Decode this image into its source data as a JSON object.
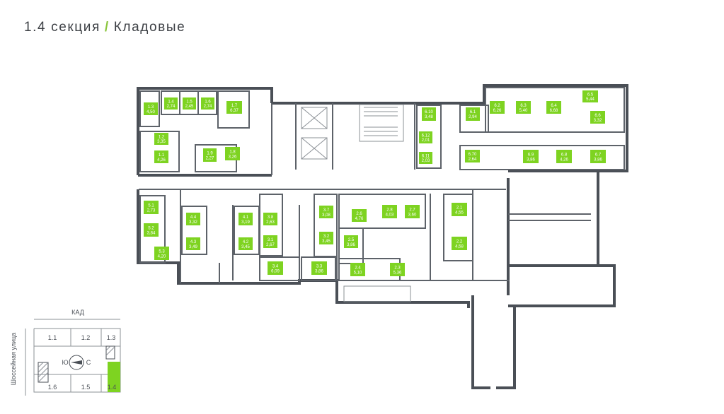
{
  "header": {
    "section": "1.4 секция",
    "separator": "/",
    "subtitle": "Кладовые"
  },
  "colors": {
    "accent": "#7ed321",
    "wall": "#4a4f56",
    "text": "#3d4045"
  },
  "units": [
    {
      "id": "1.3",
      "area": "4,50"
    },
    {
      "id": "1.4",
      "area": "2,74"
    },
    {
      "id": "1.5",
      "area": "2,45"
    },
    {
      "id": "1.6",
      "area": "2,74"
    },
    {
      "id": "1.7",
      "area": "6,37"
    },
    {
      "id": "1.2",
      "area": "3,35"
    },
    {
      "id": "1.1",
      "area": "4,26"
    },
    {
      "id": "1.9",
      "area": "2,27"
    },
    {
      "id": "1.8",
      "area": "3,26"
    },
    {
      "id": "6.10",
      "area": "3,48"
    },
    {
      "id": "6.1",
      "area": "2,94"
    },
    {
      "id": "6.2",
      "area": "6,26"
    },
    {
      "id": "6.3",
      "area": "5,40"
    },
    {
      "id": "6.4",
      "area": "6,68"
    },
    {
      "id": "6.5",
      "area": "5,44"
    },
    {
      "id": "6.6",
      "area": "3,32"
    },
    {
      "id": "6.12",
      "area": "2,01"
    },
    {
      "id": "6.11",
      "area": "2,03"
    },
    {
      "id": "6.70",
      "area": "2,64"
    },
    {
      "id": "6.9",
      "area": "3,86"
    },
    {
      "id": "6.8",
      "area": "4,26"
    },
    {
      "id": "6.7",
      "area": "3,86"
    },
    {
      "id": "5.1",
      "area": "2,73"
    },
    {
      "id": "5.2",
      "area": "3,84"
    },
    {
      "id": "5.3",
      "area": "4,20"
    },
    {
      "id": "4.4",
      "area": "3,32"
    },
    {
      "id": "4.3",
      "area": "3,49"
    },
    {
      "id": "4.1",
      "area": "3,19"
    },
    {
      "id": "4.2",
      "area": "3,45"
    },
    {
      "id": "3.8",
      "area": "2,63"
    },
    {
      "id": "3.1",
      "area": "2,67"
    },
    {
      "id": "3.4",
      "area": "6,09"
    },
    {
      "id": "3.3",
      "area": "3,86"
    },
    {
      "id": "3.7",
      "area": "3,08"
    },
    {
      "id": "3.2",
      "area": "3,45"
    },
    {
      "id": "2.6",
      "area": "4,76"
    },
    {
      "id": "2.8",
      "area": "4,03"
    },
    {
      "id": "2.7",
      "area": "3,60"
    },
    {
      "id": "2.5",
      "area": "3,86"
    },
    {
      "id": "2.4",
      "area": "5,10"
    },
    {
      "id": "2.3",
      "area": "5,36"
    },
    {
      "id": "2.1",
      "area": "4,55"
    },
    {
      "id": "2.2",
      "area": "4,58"
    }
  ],
  "minimap": {
    "street_top": "КАД",
    "street_left": "Шоссейная улица",
    "sections": [
      {
        "id": "1.1",
        "active": false
      },
      {
        "id": "1.2",
        "active": false
      },
      {
        "id": "1.3",
        "active": false
      },
      {
        "id": "1.6",
        "active": false
      },
      {
        "id": "1.5",
        "active": false
      },
      {
        "id": "1.4",
        "active": true
      }
    ],
    "compass_west": "Ю",
    "compass_east": "С"
  }
}
